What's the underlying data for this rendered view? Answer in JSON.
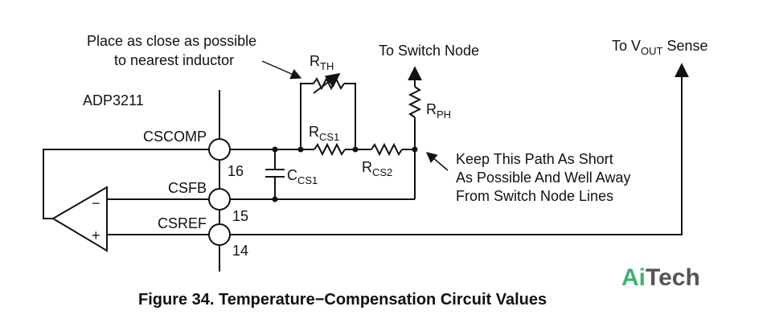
{
  "chip_label": "ADP3211",
  "pins": [
    {
      "name": "CSCOMP",
      "number": "16"
    },
    {
      "name": "CSFB",
      "number": "15"
    },
    {
      "name": "CSREF",
      "number": "14"
    }
  ],
  "components": {
    "rth": {
      "main": "R",
      "sub": "TH"
    },
    "rcs1": {
      "main": "R",
      "sub": "CS1"
    },
    "rcs2": {
      "main": "R",
      "sub": "CS2"
    },
    "rph": {
      "main": "R",
      "sub": "PH"
    },
    "ccs1": {
      "main": "C",
      "sub": "CS1"
    }
  },
  "opamp": {
    "minus": "−",
    "plus": "+"
  },
  "annotations": {
    "inductor_note": [
      "Place as close as possible",
      "to nearest inductor"
    ],
    "path_note": [
      "Keep This Path As Short",
      "As Possible And Well Away",
      "From Switch Node Lines"
    ],
    "switch_node": "To Switch Node",
    "vout_sense": {
      "pre": "To V",
      "sub": "OUT",
      "post": " Sense"
    }
  },
  "caption": "Figure 34. Temperature−Compensation Circuit Values",
  "watermark": {
    "part1": "Ai",
    "part2": "Tech"
  }
}
